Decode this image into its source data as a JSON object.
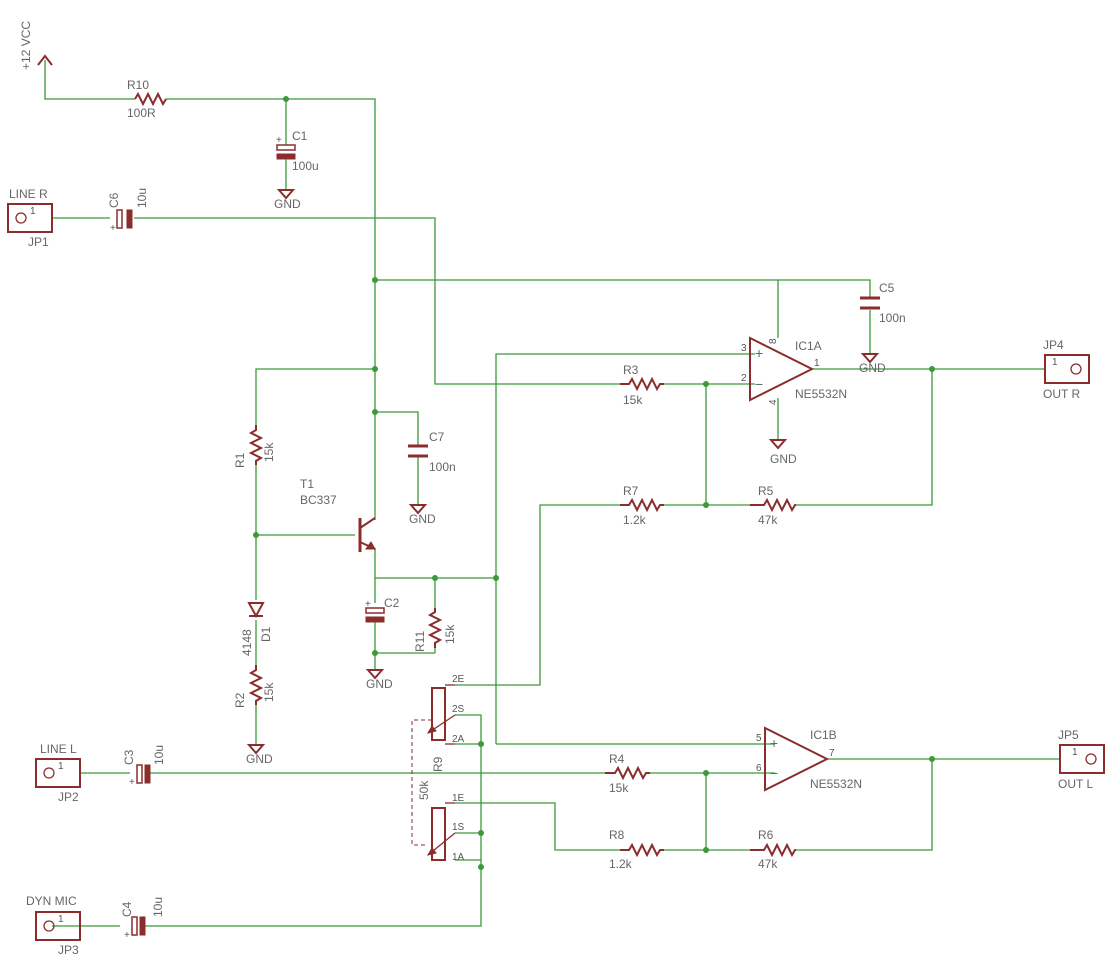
{
  "power": {
    "vcc": "+12 VCC",
    "gnd": "GND"
  },
  "connectors": {
    "jp1": {
      "name": "JP1",
      "value": "LINE R",
      "pin": "1"
    },
    "jp2": {
      "name": "JP2",
      "value": "LINE L",
      "pin": "1"
    },
    "jp3": {
      "name": "JP3",
      "value": "DYN MIC",
      "pin": "1"
    },
    "jp4": {
      "name": "JP4",
      "value": "OUT R",
      "pin": "1"
    },
    "jp5": {
      "name": "JP5",
      "value": "OUT L",
      "pin": "1"
    }
  },
  "resistors": {
    "r1": {
      "name": "R1",
      "value": "15k"
    },
    "r2": {
      "name": "R2",
      "value": "15k"
    },
    "r3": {
      "name": "R3",
      "value": "15k"
    },
    "r4": {
      "name": "R4",
      "value": "15k"
    },
    "r5": {
      "name": "R5",
      "value": "47k"
    },
    "r6": {
      "name": "R6",
      "value": "47k"
    },
    "r7": {
      "name": "R7",
      "value": "1.2k"
    },
    "r8": {
      "name": "R8",
      "value": "1.2k"
    },
    "r10": {
      "name": "R10",
      "value": "100R"
    },
    "r11": {
      "name": "R11",
      "value": "15k"
    }
  },
  "capacitors": {
    "c1": {
      "name": "C1",
      "value": "100u"
    },
    "c2": {
      "name": "C2",
      "value": ""
    },
    "c3": {
      "name": "C3",
      "value": "10u"
    },
    "c4": {
      "name": "C4",
      "value": "10u"
    },
    "c5": {
      "name": "C5",
      "value": "100n"
    },
    "c6": {
      "name": "C6",
      "value": "10u"
    },
    "c7": {
      "name": "C7",
      "value": "100n"
    }
  },
  "transistor": {
    "name": "T1",
    "value": "BC337"
  },
  "diode": {
    "name": "D1",
    "value": "4148"
  },
  "opamps": {
    "ic1a": {
      "name": "IC1A",
      "value": "NE5532N",
      "pins": {
        "plus": "3",
        "minus": "2",
        "out": "1",
        "vcc": "8",
        "vee": "4"
      }
    },
    "ic1b": {
      "name": "IC1B",
      "value": "NE5532N",
      "pins": {
        "plus": "5",
        "minus": "6",
        "out": "7"
      }
    }
  },
  "potentiometer": {
    "name": "R9",
    "value": "50k",
    "pins": {
      "e2": "2E",
      "s2": "2S",
      "a2": "2A",
      "e1": "1E",
      "s1": "1S",
      "a1": "1A"
    }
  }
}
